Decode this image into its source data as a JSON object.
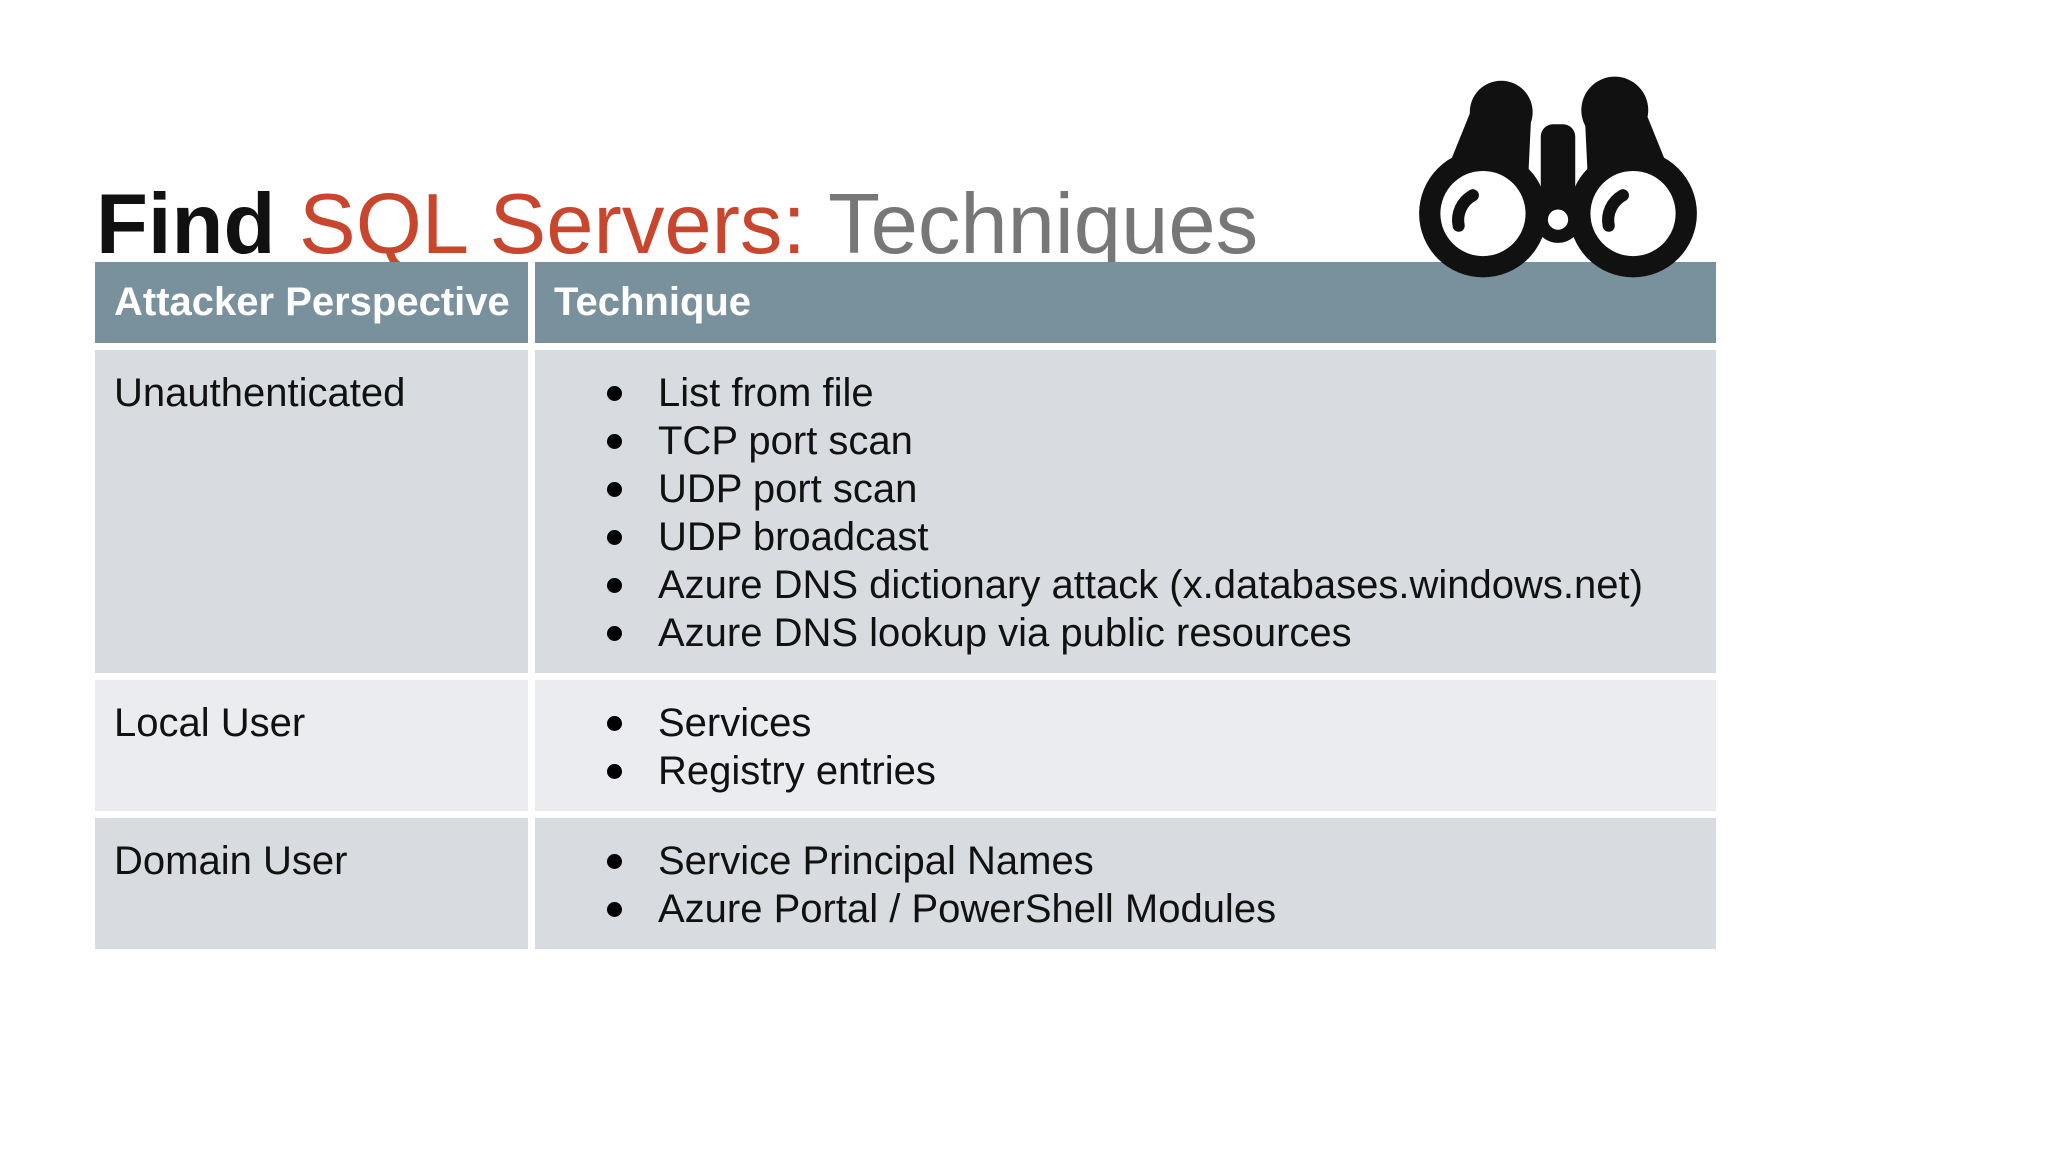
{
  "slide": {
    "title": {
      "part_find": "Find ",
      "part_sql": "SQL Servers: ",
      "part_techniques": "Techniques"
    },
    "icon": "binoculars-icon",
    "colors": {
      "title_red": "#c8462d",
      "title_gray": "#777777",
      "header_bg": "#78919d",
      "header_text": "#ffffff",
      "row_dark_bg": "#d8dce0",
      "row_light_bg": "#eaecef",
      "body_text": "#111111"
    },
    "table": {
      "headers": {
        "col1": "Attacker Perspective",
        "col2": "Technique"
      },
      "rows": [
        {
          "perspective": "Unauthenticated",
          "techniques": [
            "List from file",
            "TCP port scan",
            "UDP port scan",
            "UDP broadcast",
            "Azure DNS dictionary attack (x.databases.windows.net)",
            "Azure DNS lookup via public resources"
          ]
        },
        {
          "perspective": "Local User",
          "techniques": [
            "Services",
            "Registry entries"
          ]
        },
        {
          "perspective": "Domain User",
          "techniques": [
            "Service Principal Names",
            "Azure Portal / PowerShell Modules"
          ]
        }
      ]
    }
  }
}
